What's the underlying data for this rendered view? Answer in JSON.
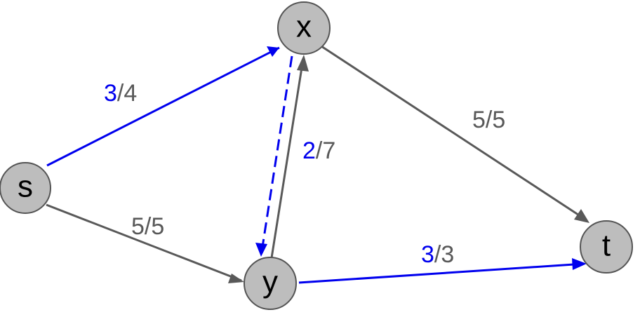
{
  "nodes": [
    {
      "id": "s",
      "label": "s"
    },
    {
      "id": "x",
      "label": "x"
    },
    {
      "id": "y",
      "label": "y"
    },
    {
      "id": "t",
      "label": "t"
    }
  ],
  "edges": [
    {
      "id": "s-x",
      "flow": "3",
      "capacity": "/4"
    },
    {
      "id": "s-y",
      "flow": "5",
      "capacity": "/5"
    },
    {
      "id": "y-x",
      "flow": "2",
      "capacity": "/7"
    },
    {
      "id": "x-t",
      "flow": "5",
      "capacity": "/5"
    },
    {
      "id": "y-t",
      "flow": "3",
      "capacity": "/3"
    },
    {
      "id": "x-y-residual"
    }
  ],
  "colors": {
    "augmenting_path": "#0000ee",
    "edge": "#595959",
    "node_fill": "#bdbdbd",
    "node_stroke": "#545454",
    "label_gray": "#595959"
  }
}
